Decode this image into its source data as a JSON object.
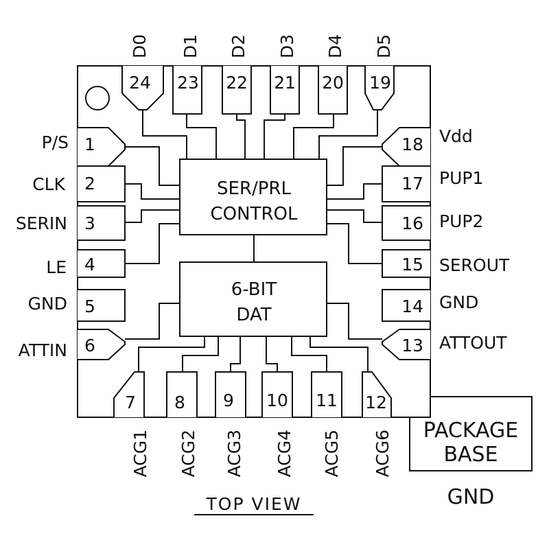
{
  "pins": {
    "left": [
      {
        "num": "1",
        "name": "P/S"
      },
      {
        "num": "2",
        "name": "CLK"
      },
      {
        "num": "3",
        "name": "SERIN"
      },
      {
        "num": "4",
        "name": "LE"
      },
      {
        "num": "5",
        "name": "GND"
      },
      {
        "num": "6",
        "name": "ATTIN"
      }
    ],
    "right": [
      {
        "num": "18",
        "name": "Vdd"
      },
      {
        "num": "17",
        "name": "PUP1"
      },
      {
        "num": "16",
        "name": "PUP2"
      },
      {
        "num": "15",
        "name": "SEROUT"
      },
      {
        "num": "14",
        "name": "GND"
      },
      {
        "num": "13",
        "name": "ATTOUT"
      }
    ],
    "top": [
      {
        "num": "24",
        "name": "D0"
      },
      {
        "num": "23",
        "name": "D1"
      },
      {
        "num": "22",
        "name": "D2"
      },
      {
        "num": "21",
        "name": "D3"
      },
      {
        "num": "20",
        "name": "D4"
      },
      {
        "num": "19",
        "name": "D5"
      }
    ],
    "bottom": [
      {
        "num": "7",
        "name": "ACG1"
      },
      {
        "num": "8",
        "name": "ACG2"
      },
      {
        "num": "9",
        "name": "ACG3"
      },
      {
        "num": "10",
        "name": "ACG4"
      },
      {
        "num": "11",
        "name": "ACG5"
      },
      {
        "num": "12",
        "name": "ACG6"
      }
    ]
  },
  "blocks": {
    "control": {
      "line1": "SER/PRL",
      "line2": "CONTROL"
    },
    "dat": {
      "line1": "6-BIT",
      "line2": "DAT"
    }
  },
  "package_base": {
    "line1": "PACKAGE",
    "line2": "BASE",
    "label": "GND"
  },
  "view_label": "TOP VIEW"
}
